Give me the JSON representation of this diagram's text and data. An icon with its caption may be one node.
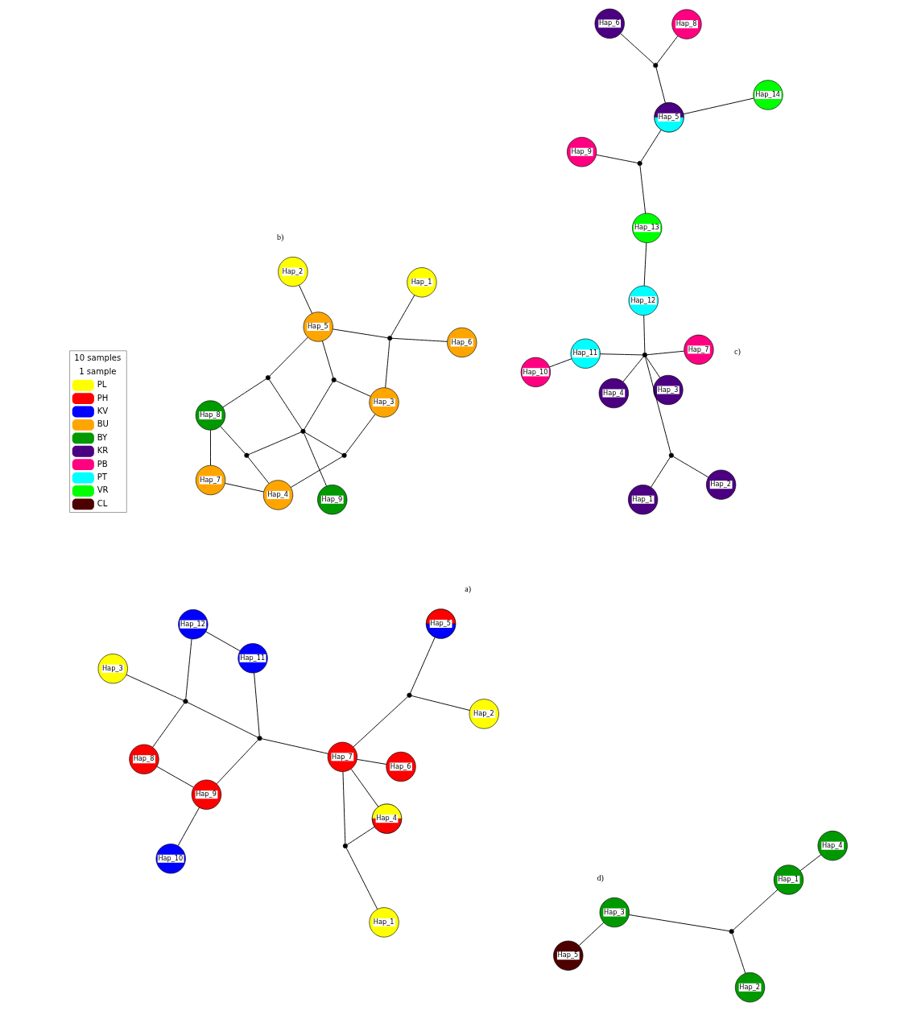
{
  "diagram": {
    "nodes": [
      {
        "text": [
          "Hap_5"
        ]
      },
      {
        "text": [
          "Hap_6"
        ]
      },
      {
        "text": [
          "Hap_10"
        ]
      },
      {
        "text": [
          "Hap_9"
        ]
      },
      {
        "text": [
          "Hap_8"
        ]
      },
      {
        "text": [
          "Hap_7"
        ]
      },
      {
        "text": [
          "Hap_4"
        ]
      },
      {
        "text": [
          "Hap_3"
        ]
      },
      {
        "text": [
          "Hap_2"
        ]
      },
      {
        "text": [
          "Hap_11"
        ]
      },
      {
        "text": [
          "Hap_12"
        ]
      },
      {
        "text": [
          "Hap_1"
        ]
      },
      {
        "text": [],
        "shape": "circle"
      },
      {
        "text": [],
        "shape": "circle"
      },
      {
        "text": [],
        "shape": "circle"
      },
      {
        "text": [],
        "shape": "circle"
      },
      {
        "text": [
          "Hap_2"
        ]
      },
      {
        "text": [
          "Hap_6"
        ]
      },
      {
        "text": [
          "Hap_5"
        ]
      },
      {
        "text": [
          "Hap_1"
        ]
      },
      {
        "text": [
          "Hap_9"
        ]
      },
      {
        "text": [
          "Hap_3"
        ]
      },
      {
        "text": [
          "Hap_8"
        ]
      },
      {
        "text": [
          "Hap_7"
        ]
      },
      {
        "text": [
          "Hap_4"
        ]
      },
      {
        "text": [],
        "shape": "circle"
      },
      {
        "text": [],
        "shape": "circle"
      },
      {
        "text": [],
        "shape": "circle"
      },
      {
        "text": [],
        "shape": "circle"
      },
      {
        "text": [],
        "shape": "circle"
      },
      {
        "text": [],
        "shape": "circle"
      },
      {
        "text": [
          "Hap_7"
        ]
      },
      {
        "text": [
          "Hap_3"
        ]
      },
      {
        "text": [
          "Hap_4"
        ]
      },
      {
        "text": [
          "Hap_12"
        ]
      },
      {
        "text": [
          "Hap_13"
        ]
      },
      {
        "text": [
          "Hap_5"
        ]
      },
      {
        "text": [
          "Hap_6"
        ]
      },
      {
        "text": [
          "Hap_11"
        ]
      },
      {
        "text": [
          "Hap_2"
        ]
      },
      {
        "text": [
          "Hap_8"
        ]
      },
      {
        "text": [
          "Hap_9"
        ]
      },
      {
        "text": [
          "Hap_10"
        ]
      },
      {
        "text": [
          "Hap_14"
        ]
      },
      {
        "text": [
          "Hap_1"
        ]
      },
      {
        "text": [],
        "shape": "circle"
      },
      {
        "text": [],
        "shape": "circle"
      },
      {
        "text": [],
        "shape": "circle"
      },
      {
        "text": [],
        "shape": "circle"
      },
      {
        "text": [
          "Hap_3"
        ]
      },
      {
        "text": [
          "Hap_1"
        ]
      },
      {
        "text": [
          "Hap_5"
        ]
      },
      {
        "text": [
          "Hap_4"
        ]
      },
      {
        "text": [
          "Hap_2"
        ]
      },
      {
        "text": [],
        "shape": "circle"
      }
    ],
    "edges": [
      {
        "from": 0,
        "to": 12,
        "arrow": "none"
      },
      {
        "from": 12,
        "to": 8,
        "arrow": "none"
      },
      {
        "from": 12,
        "to": 5,
        "arrow": "none"
      },
      {
        "from": 1,
        "to": 5,
        "arrow": "none"
      },
      {
        "from": 5,
        "to": 13,
        "arrow": "none"
      },
      {
        "from": 5,
        "to": 6,
        "arrow": "none"
      },
      {
        "from": 5,
        "to": 15,
        "arrow": "none"
      },
      {
        "from": 6,
        "to": 15,
        "arrow": "none"
      },
      {
        "from": 15,
        "to": 11,
        "arrow": "none"
      },
      {
        "from": 13,
        "to": 3,
        "arrow": "none"
      },
      {
        "from": 3,
        "to": 2,
        "arrow": "none"
      },
      {
        "from": 3,
        "to": 4,
        "arrow": "none"
      },
      {
        "from": 4,
        "to": 14,
        "arrow": "none"
      },
      {
        "from": 13,
        "to": 14,
        "arrow": "none"
      },
      {
        "from": 14,
        "to": 7,
        "arrow": "none"
      },
      {
        "from": 13,
        "to": 9,
        "arrow": "none"
      },
      {
        "from": 9,
        "to": 10,
        "arrow": "none"
      },
      {
        "from": 14,
        "to": 10,
        "arrow": "none"
      },
      {
        "from": 16,
        "to": 18,
        "arrow": "none"
      },
      {
        "from": 17,
        "to": 25,
        "arrow": "none"
      },
      {
        "from": 18,
        "to": 25,
        "arrow": "none"
      },
      {
        "from": 25,
        "to": 19,
        "arrow": "none"
      },
      {
        "from": 25,
        "to": 21,
        "arrow": "none"
      },
      {
        "from": 18,
        "to": 26,
        "arrow": "none"
      },
      {
        "from": 18,
        "to": 27,
        "arrow": "none"
      },
      {
        "from": 26,
        "to": 28,
        "arrow": "none"
      },
      {
        "from": 26,
        "to": 21,
        "arrow": "none"
      },
      {
        "from": 20,
        "to": 28,
        "arrow": "none"
      },
      {
        "from": 27,
        "to": 28,
        "arrow": "none"
      },
      {
        "from": 28,
        "to": 29,
        "arrow": "none"
      },
      {
        "from": 29,
        "to": 21,
        "arrow": "none"
      },
      {
        "from": 27,
        "to": 22,
        "arrow": "none"
      },
      {
        "from": 28,
        "to": 30,
        "arrow": "none"
      },
      {
        "from": 22,
        "to": 30,
        "arrow": "none"
      },
      {
        "from": 22,
        "to": 23,
        "arrow": "none"
      },
      {
        "from": 30,
        "to": 24,
        "arrow": "none"
      },
      {
        "from": 29,
        "to": 24,
        "arrow": "none"
      },
      {
        "from": 23,
        "to": 24,
        "arrow": "none"
      },
      {
        "from": 31,
        "to": 45,
        "arrow": "none"
      },
      {
        "from": 32,
        "to": 45,
        "arrow": "none"
      },
      {
        "from": 33,
        "to": 45,
        "arrow": "none"
      },
      {
        "from": 45,
        "to": 34,
        "arrow": "none"
      },
      {
        "from": 45,
        "to": 38,
        "arrow": "none"
      },
      {
        "from": 38,
        "to": 42,
        "arrow": "none"
      },
      {
        "from": 45,
        "to": 46,
        "arrow": "none"
      },
      {
        "from": 46,
        "to": 39,
        "arrow": "none"
      },
      {
        "from": 46,
        "to": 44,
        "arrow": "none"
      },
      {
        "from": 34,
        "to": 35,
        "arrow": "none"
      },
      {
        "from": 35,
        "to": 47,
        "arrow": "none"
      },
      {
        "from": 47,
        "to": 41,
        "arrow": "none"
      },
      {
        "from": 47,
        "to": 36,
        "arrow": "none"
      },
      {
        "from": 36,
        "to": 43,
        "arrow": "none"
      },
      {
        "from": 36,
        "to": 48,
        "arrow": "none"
      },
      {
        "from": 48,
        "to": 40,
        "arrow": "none"
      },
      {
        "from": 48,
        "to": 37,
        "arrow": "none"
      },
      {
        "from": 51,
        "to": 49,
        "arrow": "none"
      },
      {
        "from": 49,
        "to": 54,
        "arrow": "none"
      },
      {
        "from": 54,
        "to": 53,
        "arrow": "none"
      },
      {
        "from": 54,
        "to": 50,
        "arrow": "none"
      },
      {
        "from": 50,
        "to": 52,
        "arrow": "none"
      }
    ],
    "labels": [
      "a)",
      "b)",
      "c)",
      "d)",
      "10 samples",
      "1 sample"
    ],
    "legend": [
      {
        "text": "PL",
        "color": "#ffff00"
      },
      {
        "text": "PH",
        "color": "#ff0000"
      },
      {
        "text": "KV",
        "color": "#0000ff"
      },
      {
        "text": "BU",
        "color": "#ffa500"
      },
      {
        "text": "BY",
        "color": "#009900"
      },
      {
        "text": "KR",
        "color": "#4b0082"
      },
      {
        "text": "PB",
        "color": "#ff0080"
      },
      {
        "text": "PT",
        "color": "#00ffff"
      },
      {
        "text": "VR",
        "color": "#00ff00"
      },
      {
        "text": "CL",
        "color": "#4d0000"
      }
    ]
  }
}
